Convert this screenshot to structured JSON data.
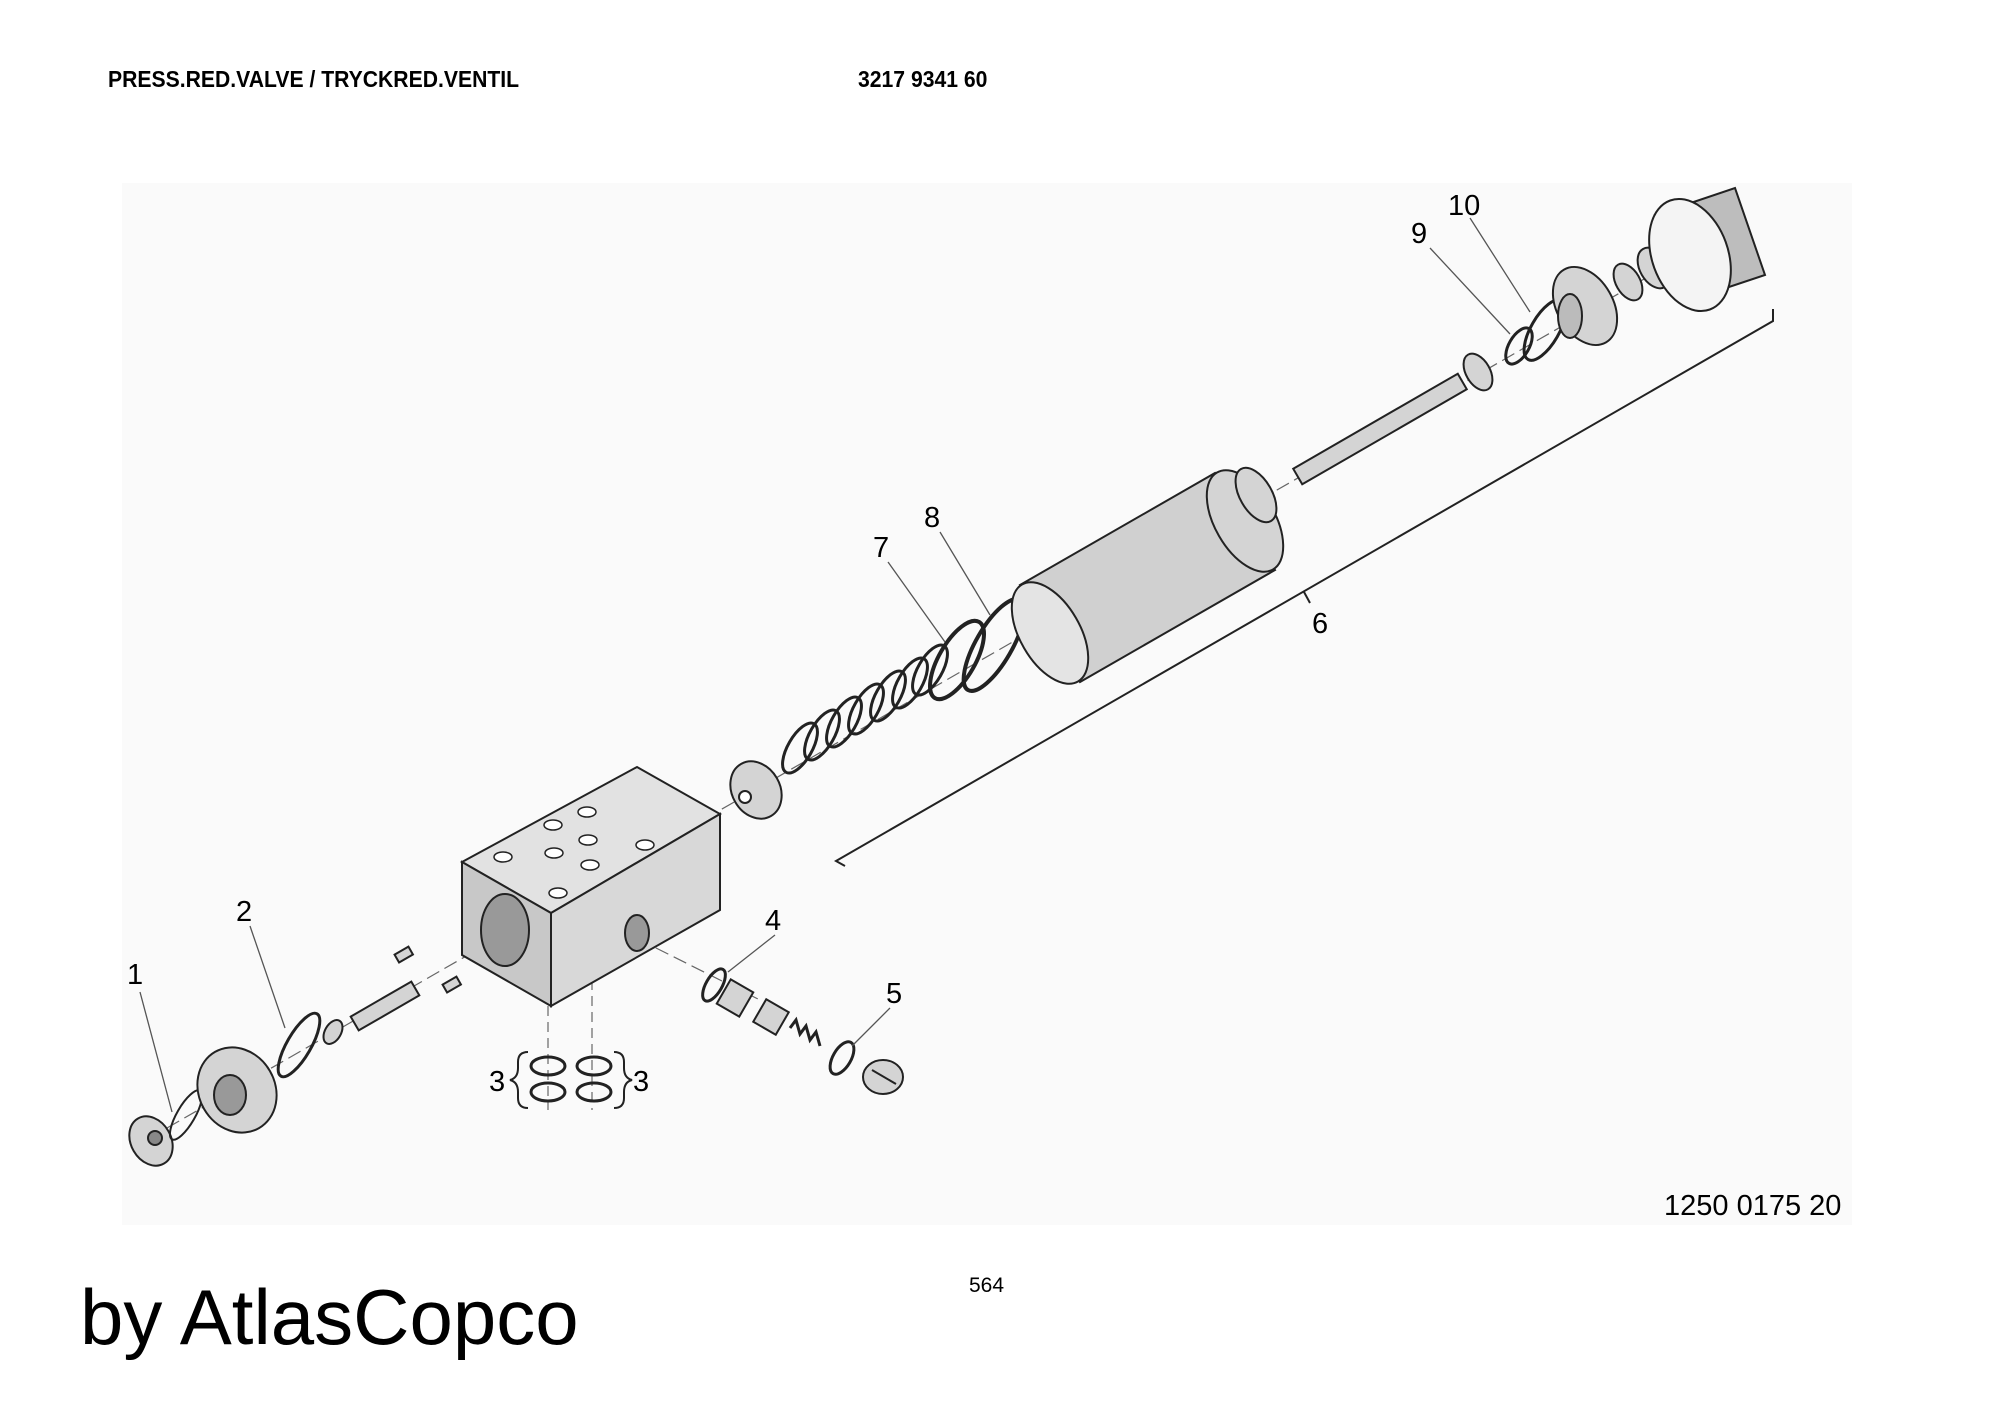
{
  "header": {
    "title": "PRESS.RED.VALVE / TRYCKRED.VENTIL",
    "part_number": "3217 9341 60"
  },
  "callouts": {
    "c1": "1",
    "c2": "2",
    "c3a": "3",
    "c3b": "3",
    "c4": "4",
    "c5": "5",
    "c6": "6",
    "c7": "7",
    "c8": "8",
    "c9": "9",
    "c10": "10"
  },
  "footer": {
    "drawing_number": "1250 0175 20",
    "page_number": "564",
    "brand": "by AtlasCopco"
  },
  "colors": {
    "part_fill": "#d4d4d4",
    "part_dark": "#a8a8a8",
    "line": "#222222",
    "panel": "#fafafa"
  }
}
